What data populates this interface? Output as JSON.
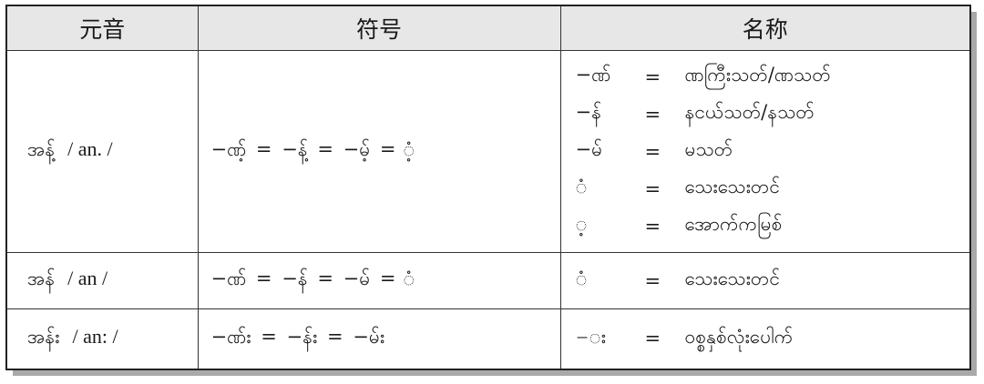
{
  "headers": {
    "vowel": "元音",
    "symbol": "符号",
    "name": "名称"
  },
  "rows": [
    {
      "vowel_script": "အန့်",
      "vowel_roman": "/ an. /",
      "symbols": "−ဏ့် = −န့် = −မ့် = ံ့",
      "names": [
        {
          "symbol": "−ဏ်",
          "eq": "=",
          "name": "ဏကြီးသတ်/ဏသတ်"
        },
        {
          "symbol": "−န်",
          "eq": "=",
          "name": "နငယ်သတ်/နသတ်"
        },
        {
          "symbol": "−မ်",
          "eq": "=",
          "name": "မသတ်"
        },
        {
          "symbol": "ံ",
          "eq": "=",
          "name": "သေးသေးတင်"
        },
        {
          "symbol": "့",
          "eq": "=",
          "name": "အောက်ကမြစ်"
        }
      ]
    },
    {
      "vowel_script": "အန်",
      "vowel_roman": "/ an /",
      "symbols": "−ဏ် = −န် = −မ် = ံ",
      "names": [
        {
          "symbol": "ံ",
          "eq": "=",
          "name": "သေးသေးတင်"
        }
      ]
    },
    {
      "vowel_script": "အန်း",
      "vowel_roman": "/ an: /",
      "symbols": "−ဏ်း = −န်း = −မ်း",
      "names": [
        {
          "symbol": "−း",
          "eq": "=",
          "name": "ဝစ္စနှစ်လုံးပေါက်"
        }
      ]
    }
  ]
}
